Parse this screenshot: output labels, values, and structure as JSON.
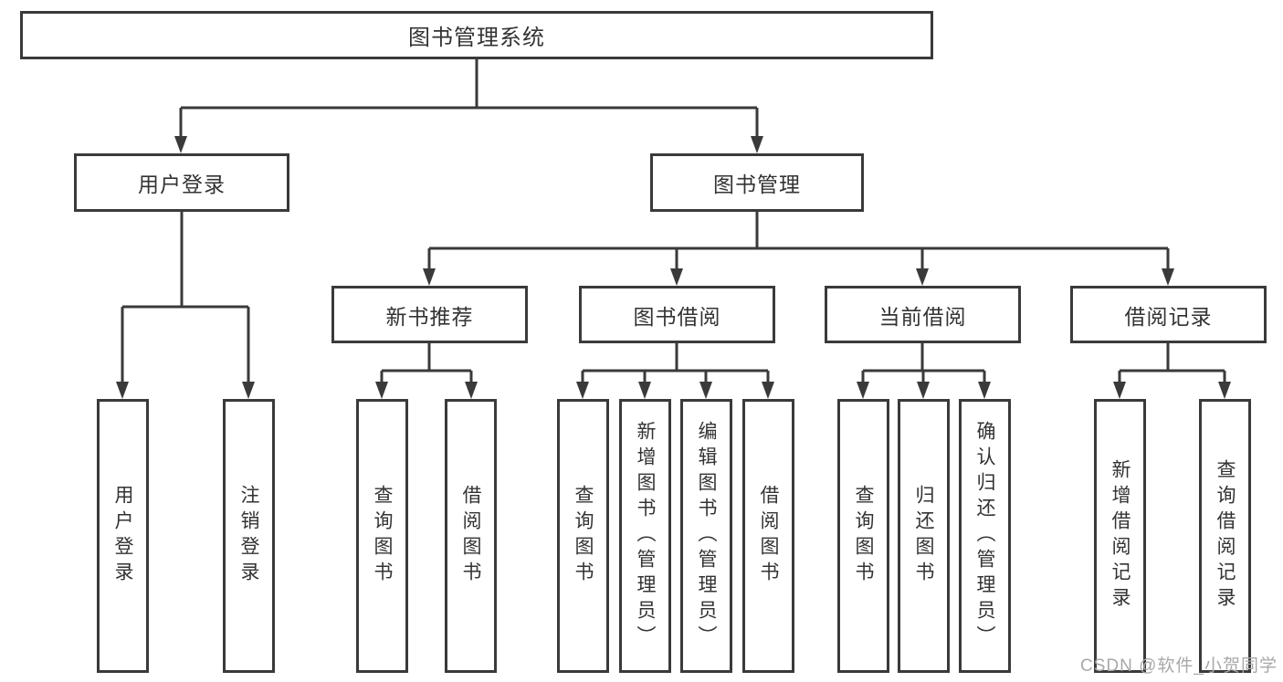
{
  "diagram": {
    "title_node": {
      "label": "图书管理系统"
    },
    "level2": [
      {
        "label": "用户登录"
      },
      {
        "label": "图书管理"
      }
    ],
    "level3": [
      {
        "label": "新书推荐",
        "parent": "图书管理"
      },
      {
        "label": "图书借阅",
        "parent": "图书管理"
      },
      {
        "label": "当前借阅",
        "parent": "图书管理"
      },
      {
        "label": "借阅记录",
        "parent": "图书管理"
      }
    ],
    "leaves": [
      {
        "label": "用户登录",
        "parent": "用户登录"
      },
      {
        "label": "注销登录",
        "parent": "用户登录"
      },
      {
        "label": "查询图书",
        "parent": "新书推荐"
      },
      {
        "label": "借阅图书",
        "parent": "新书推荐"
      },
      {
        "label": "查询图书",
        "parent": "图书借阅"
      },
      {
        "label": "新增图书（管理员）",
        "parent": "图书借阅"
      },
      {
        "label": "编辑图书（管理员）",
        "parent": "图书借阅"
      },
      {
        "label": "借阅图书",
        "parent": "图书借阅"
      },
      {
        "label": "查询图书",
        "parent": "当前借阅"
      },
      {
        "label": "归还图书",
        "parent": "当前借阅"
      },
      {
        "label": "确认归还（管理员）",
        "parent": "当前借阅"
      },
      {
        "label": "新增借阅记录",
        "parent": "借阅记录"
      },
      {
        "label": "查询借阅记录",
        "parent": "借阅记录"
      }
    ]
  },
  "watermark": {
    "text": "CSDN @软件_小贺同学"
  },
  "colors": {
    "line": "#3a3a3a",
    "box_border": "#3a3a3a",
    "text": "#333333",
    "background": "#ffffff",
    "watermark": "#a8a8a8"
  }
}
